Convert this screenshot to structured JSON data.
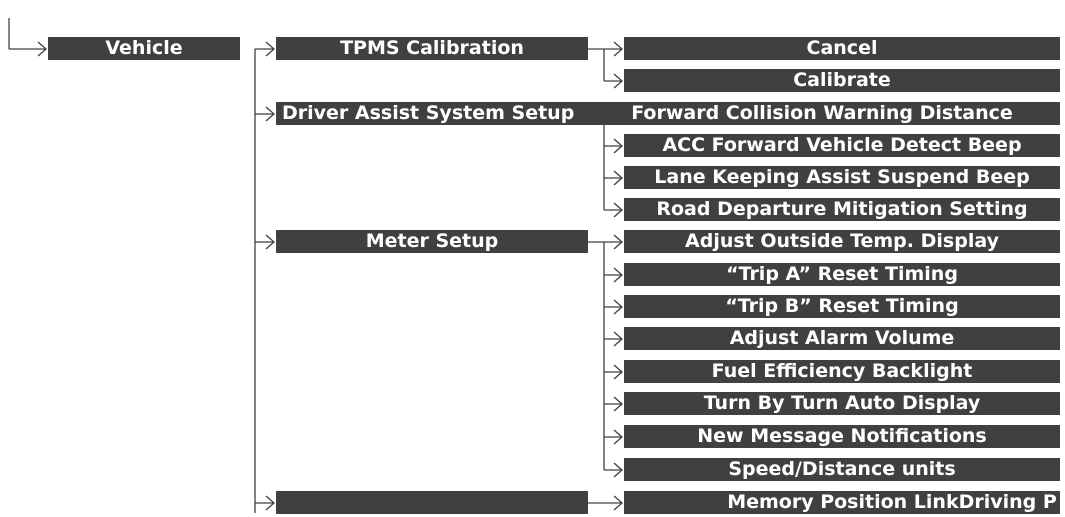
{
  "root": {
    "label": "Vehicle"
  },
  "groups": [
    {
      "label": "TPMS Calibration",
      "children": [
        "Cancel",
        "Calibrate"
      ]
    },
    {
      "label": "Driver Assist System Setup",
      "children": [
        "Forward Collision Warning Distance",
        "ACC Forward Vehicle Detect Beep",
        "Lane Keeping Assist Suspend Beep",
        "Road Departure Mitigation Setting"
      ]
    },
    {
      "label": "Meter Setup",
      "children": [
        "Adjust Outside Temp. Display",
        "“Trip A” Reset Timing",
        "“Trip B” Reset Timing",
        "Adjust Alarm Volume",
        "Fuel Efficiency Backlight",
        "Turn By Turn Auto Display",
        "New Message Notifications",
        "Speed/Distance units"
      ]
    },
    {
      "label": "",
      "children": [
        "Memory Position LinkDriving P"
      ]
    }
  ],
  "colors": {
    "box": "#404040",
    "text": "#ffffff",
    "line": "#404040"
  }
}
